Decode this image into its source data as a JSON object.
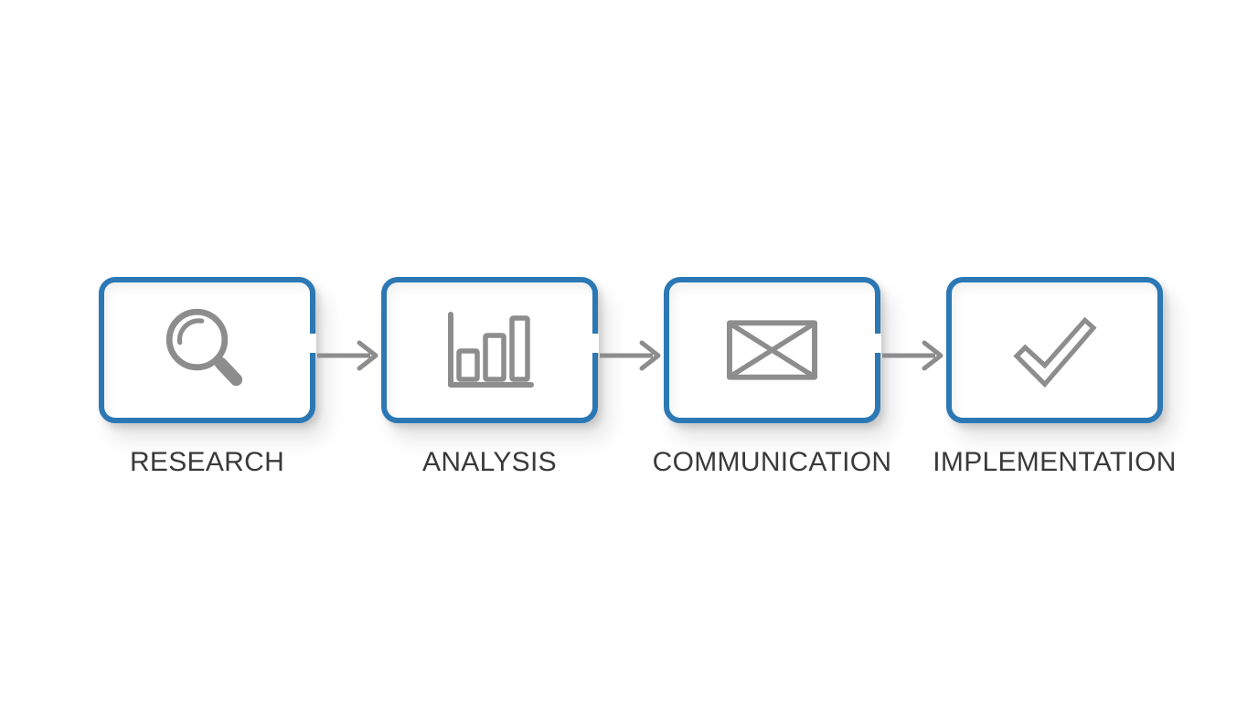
{
  "diagram": {
    "steps": [
      {
        "label": "RESEARCH",
        "icon": "magnifier-icon"
      },
      {
        "label": "ANALYSIS",
        "icon": "bar-chart-icon"
      },
      {
        "label": "COMMUNICATION",
        "icon": "envelope-icon"
      },
      {
        "label": "IMPLEMENTATION",
        "icon": "checkmark-icon"
      }
    ],
    "connector": "right-arrow",
    "colors": {
      "box_border": "#2b78b5",
      "icon_gray": "#8d8d8d",
      "arrow_gray": "#8d8d8d",
      "label_text": "#3a3a3a"
    }
  }
}
